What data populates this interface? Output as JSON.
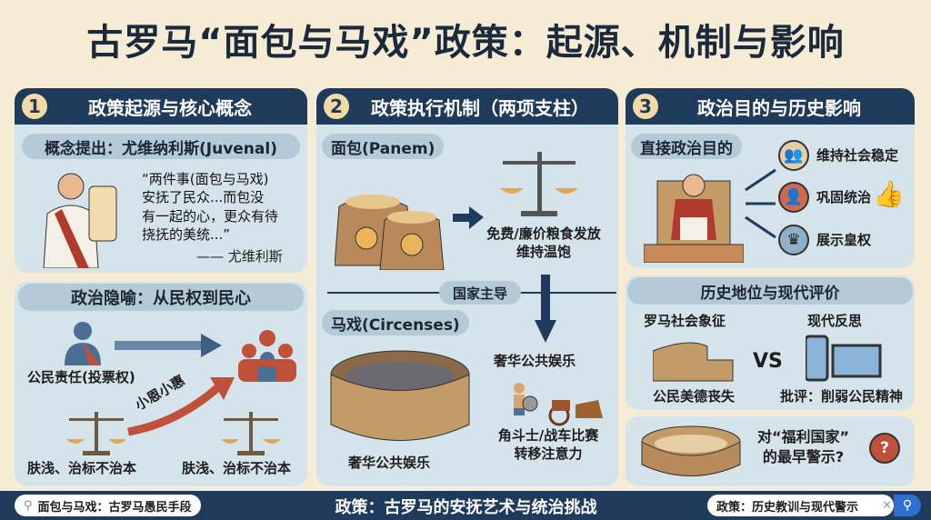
{
  "title": "古罗马“面包与马戏”政策：起源、机制与影响",
  "colors": {
    "navy": "#1f3b5c",
    "panel": "#d5e3ea",
    "background": "#f6ecd6",
    "accent_red": "#c0503a"
  },
  "section1": {
    "number": "1",
    "title": "政策起源与核心概念",
    "concept_heading": "概念提出：尤维纳利斯(Juvenal)",
    "quote": [
      "“两件事(面包与马戏)",
      "安抚了民众...而包没",
      "有一起的心，更众有待",
      "挠抚的美统...”"
    ],
    "attribution": "—— 尤维利斯",
    "metaphor_heading": "政治隐喻：从民权到民心",
    "citizen_label": "公民责任(投票权)",
    "arrow_label": "小恩小惠",
    "scale_label_left": "肤浅、治标不治本",
    "scale_label_right": "肤浅、治标不治本"
  },
  "section2": {
    "number": "2",
    "title": "政策执行机制（两项支柱）",
    "bread_heading": "面包(Panem)",
    "bread_result": [
      "免费/廉价粮食发放",
      "维持温饱"
    ],
    "divider_label": "国家主导",
    "circus_heading": "马戏(Circenses)",
    "circus_caption": "奢华公共娱乐",
    "circus_right_title": "奢华公共娱乐",
    "circus_result": [
      "角斗士/战车比赛",
      "转移注意力"
    ]
  },
  "section3": {
    "number": "3",
    "title": "政治目的与历史影响",
    "purpose_heading": "直接政治目的",
    "purposes": [
      "维持社会稳定",
      "巩固统治",
      "展示皇权"
    ],
    "legacy_heading": "历史地位与现代评价",
    "left_title": "罗马社会象征",
    "left_caption": "公民美德丧失",
    "vs": "VS",
    "right_title": "现代反思",
    "right_caption": "批评：削弱公民精神",
    "warning": [
      "对“福利国家”",
      "的最早警示?"
    ],
    "question_mark": "?"
  },
  "bottom": {
    "left_search": "面包与马戏：古罗马愚民手段",
    "center": "政策：古罗马的安抚艺术与统治挑战",
    "right_search": "政策：历史教训与现代警示"
  }
}
